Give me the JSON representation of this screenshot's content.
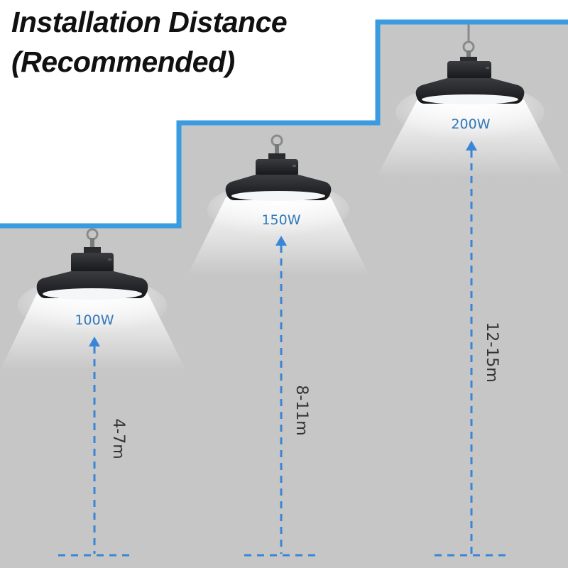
{
  "title": {
    "line1": "Installation Distance",
    "line2": "(Recommended)"
  },
  "lamps": [
    {
      "wattage": "100W",
      "distance": "4-7m"
    },
    {
      "wattage": "150W",
      "distance": "8-11m"
    },
    {
      "wattage": "200W",
      "distance": "12-15m"
    }
  ],
  "colors": {
    "ceiling_edge": "#3a9be0",
    "wall": "#c6c6c6",
    "arrow": "#3a86d6",
    "wattage_text": "#2f77b8",
    "lamp_body": "#1e1f21"
  },
  "icons": {
    "lamp": "ufo-high-bay-lamp-icon",
    "arrow": "arrow-up-icon"
  }
}
